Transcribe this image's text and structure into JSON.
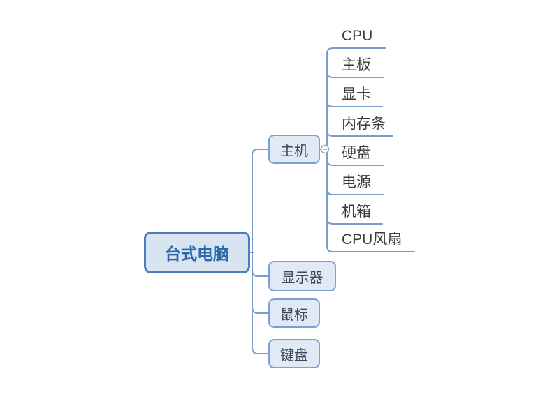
{
  "mindmap": {
    "root": {
      "label": "台式电脑"
    },
    "children": [
      {
        "label": "主机",
        "toggle_icon": "minus-circle-icon",
        "children": [
          {
            "label": "CPU"
          },
          {
            "label": "主板"
          },
          {
            "label": "显卡"
          },
          {
            "label": "内存条"
          },
          {
            "label": "硬盘"
          },
          {
            "label": "电源"
          },
          {
            "label": "机箱"
          },
          {
            "label": "CPU风扇"
          }
        ]
      },
      {
        "label": "显示器"
      },
      {
        "label": "鼠标"
      },
      {
        "label": "键盘"
      }
    ],
    "colors": {
      "background": "#ffffff",
      "root_border": "#4a7ebb",
      "root_fill": "#d9e4f1",
      "root_text": "#2b68ad",
      "branch_border": "#7ba1d4",
      "branch_fill": "#e1e9f5",
      "branch_text": "#3d4a5d",
      "connector": "#7b9dc9",
      "leaf_text": "#3b3b3b",
      "toggle_stroke": "#8aa9cc"
    }
  }
}
